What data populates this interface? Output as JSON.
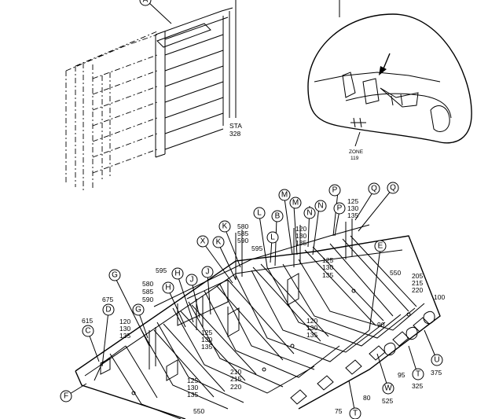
{
  "rack_view": {
    "callout_A": "A",
    "station_label": [
      "STA",
      "328"
    ]
  },
  "locator_view": {
    "zone_label": [
      "ZONE",
      "119"
    ]
  },
  "callouts": [
    {
      "id": "c-M1",
      "letter": "M"
    },
    {
      "id": "c-M2",
      "letter": "M"
    },
    {
      "id": "c-P1",
      "letter": "P"
    },
    {
      "id": "c-P2",
      "letter": "P"
    },
    {
      "id": "c-Q1",
      "letter": "Q"
    },
    {
      "id": "c-Q2",
      "letter": "Q"
    },
    {
      "id": "c-L1",
      "letter": "L"
    },
    {
      "id": "c-L2",
      "letter": "L"
    },
    {
      "id": "c-B",
      "letter": "B"
    },
    {
      "id": "c-N1",
      "letter": "N"
    },
    {
      "id": "c-N2",
      "letter": "N"
    },
    {
      "id": "c-K1",
      "letter": "K"
    },
    {
      "id": "c-K2",
      "letter": "K"
    },
    {
      "id": "c-X",
      "letter": "X"
    },
    {
      "id": "c-E",
      "letter": "E"
    },
    {
      "id": "c-G1",
      "letter": "G"
    },
    {
      "id": "c-G2",
      "letter": "G"
    },
    {
      "id": "c-H1",
      "letter": "H"
    },
    {
      "id": "c-H2",
      "letter": "H"
    },
    {
      "id": "c-J1",
      "letter": "J"
    },
    {
      "id": "c-J2",
      "letter": "J"
    },
    {
      "id": "c-D",
      "letter": "D"
    },
    {
      "id": "c-C",
      "letter": "C"
    },
    {
      "id": "c-F",
      "letter": "F"
    },
    {
      "id": "c-U",
      "letter": "U"
    },
    {
      "id": "c-T1",
      "letter": "T"
    },
    {
      "id": "c-T2",
      "letter": "T"
    },
    {
      "id": "c-W",
      "letter": "W"
    }
  ],
  "numbers": {
    "n_125_130_135_top": [
      "125",
      "130",
      "135"
    ],
    "n_580_585_590_k": [
      "580",
      "585",
      "590"
    ],
    "n_595_k": "595",
    "n_120_130_135_m": [
      "120",
      "130",
      "135"
    ],
    "n_125_130_135_n": [
      "125",
      "130",
      "135"
    ],
    "n_550_right": "550",
    "n_205_215_220": [
      "205",
      "215",
      "220"
    ],
    "n_100": "100",
    "n_595_h": "595",
    "n_580_585_590_h": [
      "580",
      "585",
      "590"
    ],
    "n_675": "675",
    "n_615": "615",
    "n_120_130_135_left": [
      "120",
      "130",
      "135"
    ],
    "n_125_130_135_j": [
      "125",
      "130",
      "135"
    ],
    "n_120_130_135_mid": [
      "120",
      "130",
      "135"
    ],
    "n_90": "90",
    "n_95": "95",
    "n_375": "375",
    "n_325": "325",
    "n_210_215_220": [
      "210",
      "215",
      "220"
    ],
    "n_125_130_135_low": [
      "125",
      "130",
      "135"
    ],
    "n_550_bottom": "550",
    "n_80": "80",
    "n_75": "75",
    "n_525": "525"
  }
}
